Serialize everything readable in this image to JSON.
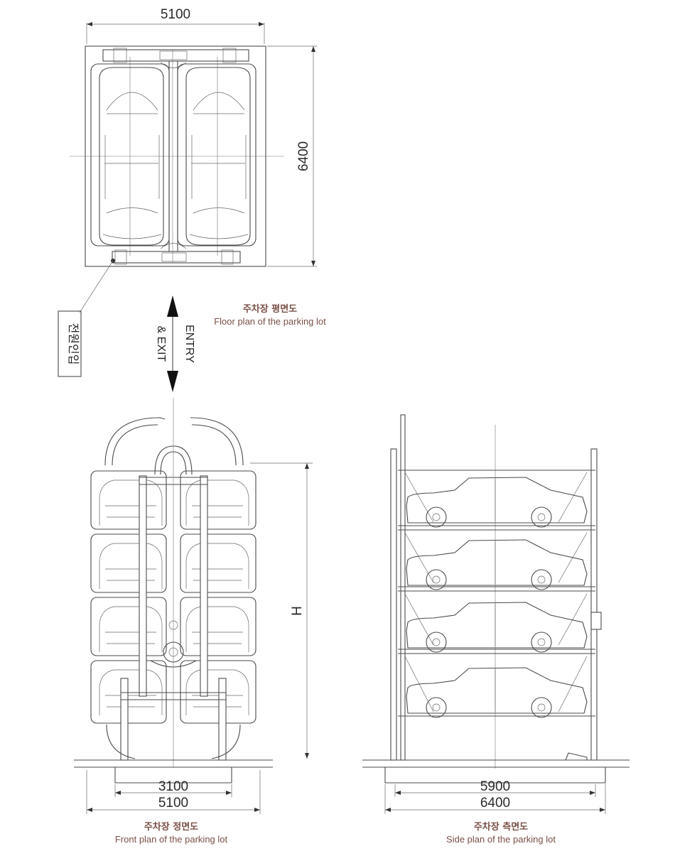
{
  "floor_plan": {
    "width_dim": "5100",
    "depth_dim": "6400",
    "caption_ko": "주차장 평면도",
    "caption_en": "Floor plan of the parking lot",
    "power_label": "전원인입",
    "entry_label": "ENTRY",
    "exit_label": "& EXIT"
  },
  "front_plan": {
    "height_dim": "H",
    "inner_dim": "3100",
    "outer_dim": "5100",
    "caption_ko": "주차장 정면도",
    "caption_en": "Front plan of the parking lot"
  },
  "side_plan": {
    "inner_dim": "5900",
    "outer_dim": "6400",
    "caption_ko": "주차장 측면도",
    "caption_en": "Side plan of the parking lot"
  },
  "colors": {
    "line": "#4a4a4a",
    "caption": "#7a5047"
  }
}
